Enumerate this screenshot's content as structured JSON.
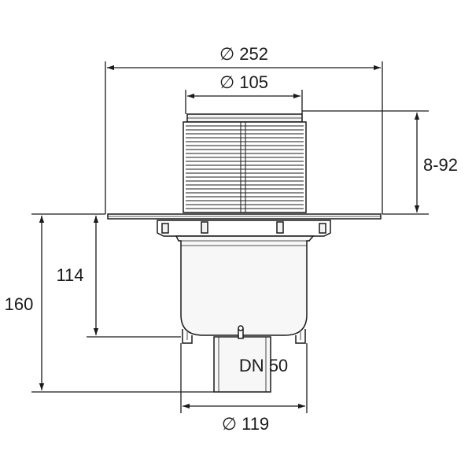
{
  "drawing": {
    "labels": {
      "dia_252": "∅ 252",
      "dia_105": "∅ 105",
      "height_range": "8-92",
      "height_114": "114",
      "height_160": "160",
      "outlet": "DN 50",
      "dia_119": "∅ 119"
    },
    "colors": {
      "line": "#1a1a1a",
      "body_fill": "#f2f2f2",
      "thread_fill": "#e6e6e6",
      "background": "#ffffff"
    }
  }
}
